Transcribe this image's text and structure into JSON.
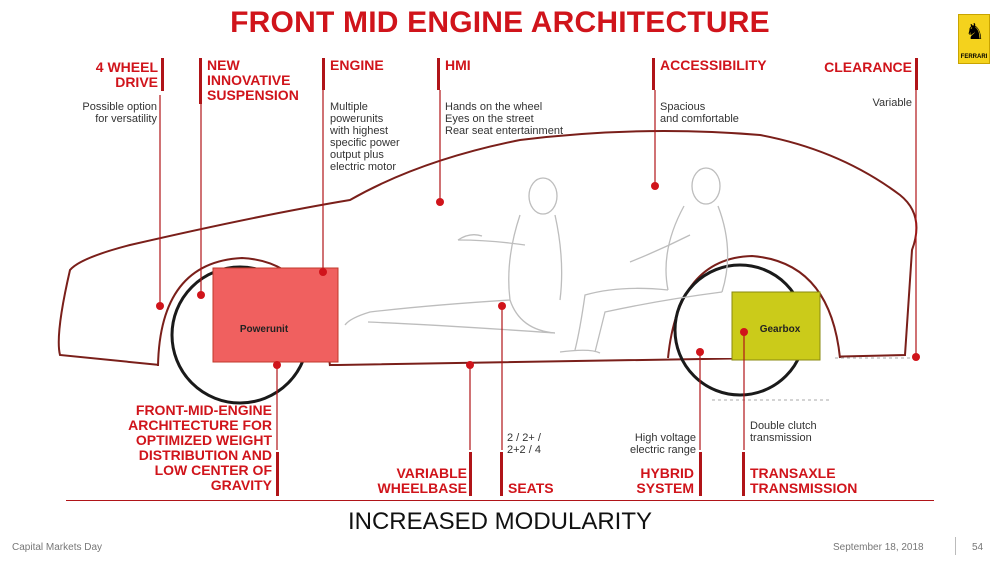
{
  "title": "FRONT MID ENGINE ARCHITECTURE",
  "logo": {
    "icon": "prancing-horse-icon",
    "wordmark": "FERRARI"
  },
  "colors": {
    "accent": "#d0141b",
    "powerunit": "#f0605f",
    "gearbox": "#cbcb1a",
    "car_outline": "#7a1f1a"
  },
  "labels": {
    "four_wheel_drive": {
      "title": "4 WHEEL\nDRIVE",
      "desc": "Possible option\nfor versatility"
    },
    "suspension": {
      "title": "NEW\nINNOVATIVE\nSUSPENSION"
    },
    "engine": {
      "title": "ENGINE",
      "desc": "Multiple\npowerunits\nwith highest\nspecific power\noutput plus\nelectric motor"
    },
    "hmi": {
      "title": "HMI",
      "desc": "Hands on the wheel\nEyes on the street\nRear seat entertainment"
    },
    "accessibility": {
      "title": "ACCESSIBILITY",
      "desc": "Spacious\nand comfortable"
    },
    "clearance": {
      "title": "CLEARANCE",
      "desc": "Variable"
    },
    "front_mid": {
      "title": "FRONT-MID-ENGINE\nARCHITECTURE FOR\nOPTIMIZED WEIGHT\nDISTRIBUTION AND\nLOW CENTER OF\nGRAVITY"
    },
    "wheelbase": {
      "title": "VARIABLE\nWHEELBASE"
    },
    "seats": {
      "title": "SEATS",
      "desc": "2 / 2+ /\n2+2 / 4"
    },
    "hybrid": {
      "title": "HYBRID\nSYSTEM",
      "desc": "High voltage\nelectric range"
    },
    "transaxle": {
      "title": "TRANSAXLE\nTRANSMISSION",
      "desc": "Double clutch\ntransmission"
    }
  },
  "diagram": {
    "powerunit_label": "Powerunit",
    "gearbox_label": "Gearbox"
  },
  "banner": "INCREASED MODULARITY",
  "footer": {
    "left": "Capital Markets Day",
    "date": "September  18, 2018",
    "page": "54"
  }
}
